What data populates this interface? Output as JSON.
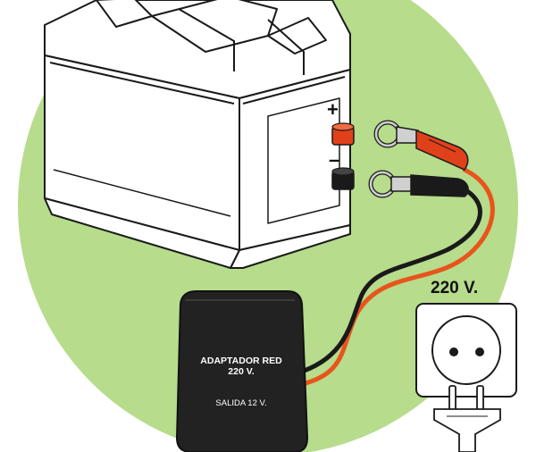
{
  "labels": {
    "plus": "+",
    "minus": "–",
    "voltage": "220 V."
  },
  "adapter": {
    "title_line1": "ADAPTADOR RED",
    "title_line2": "220 V.",
    "output": "SALIDA 12 V."
  },
  "colors": {
    "background_circle": "#b6dc8c",
    "adapter_body": "#222222",
    "red_cable": "#e8541c",
    "black_cable": "#1a1a1a",
    "red_terminal": "#e0401a",
    "black_terminal": "#1a1a1a"
  },
  "icons": {
    "battery": "car-battery-icon",
    "outlet": "wall-socket-icon",
    "plug": "power-plug-icon"
  }
}
